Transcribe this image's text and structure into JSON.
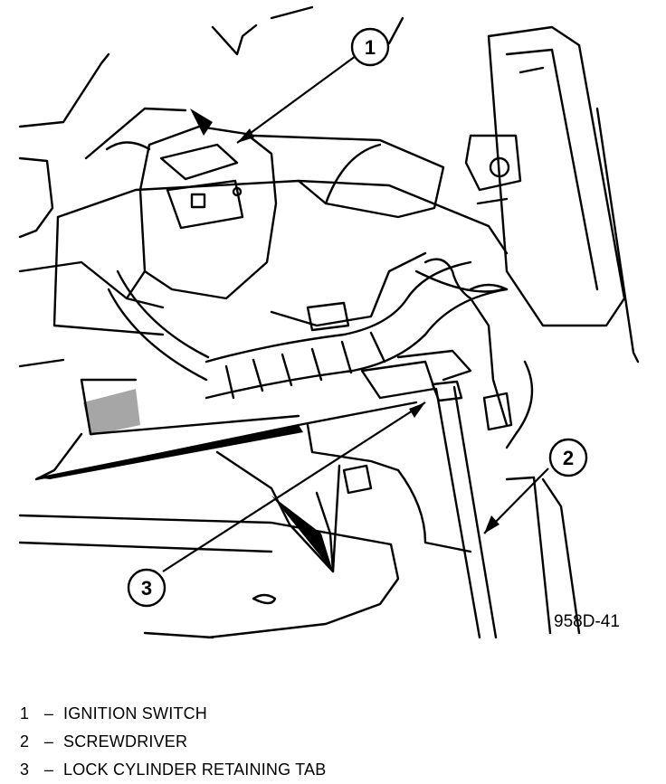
{
  "figure": {
    "code": "958D-41",
    "callouts": [
      {
        "number": "1"
      },
      {
        "number": "2"
      },
      {
        "number": "3"
      }
    ]
  },
  "legend": {
    "items": [
      {
        "number": "1",
        "dash": "–",
        "text": "IGNITION SWITCH"
      },
      {
        "number": "2",
        "dash": "–",
        "text": "SCREWDRIVER"
      },
      {
        "number": "3",
        "dash": "–",
        "text": "LOCK CYLINDER RETAINING TAB"
      }
    ]
  }
}
